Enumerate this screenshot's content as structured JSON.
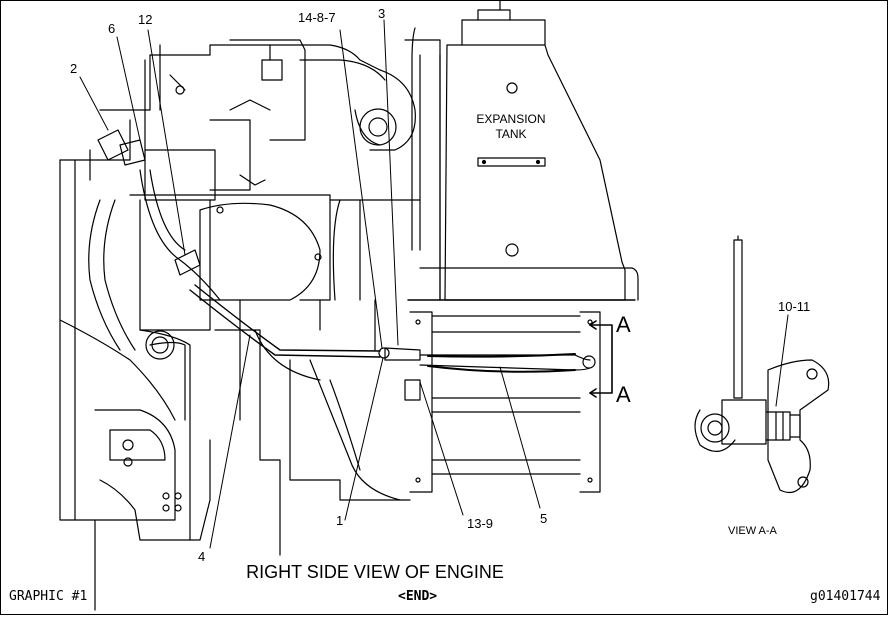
{
  "diagram": {
    "callouts": {
      "c1": "1",
      "c2": "2",
      "c3": "3",
      "c4": "4",
      "c5": "5",
      "c6": "6",
      "c12": "12",
      "c14_8_7": "14-8-7",
      "c13_9": "13-9",
      "c10_11": "10-11"
    },
    "section_marker_top": "A",
    "section_marker_bottom": "A",
    "tank_label_line1": "EXPANSION",
    "tank_label_line2": "TANK",
    "view_label": "VIEW A-A",
    "main_caption": "RIGHT SIDE VIEW OF ENGINE"
  },
  "footer": {
    "graphic_label": "GRAPHIC #1",
    "end_label": "<END>",
    "image_id": "g01401744"
  }
}
